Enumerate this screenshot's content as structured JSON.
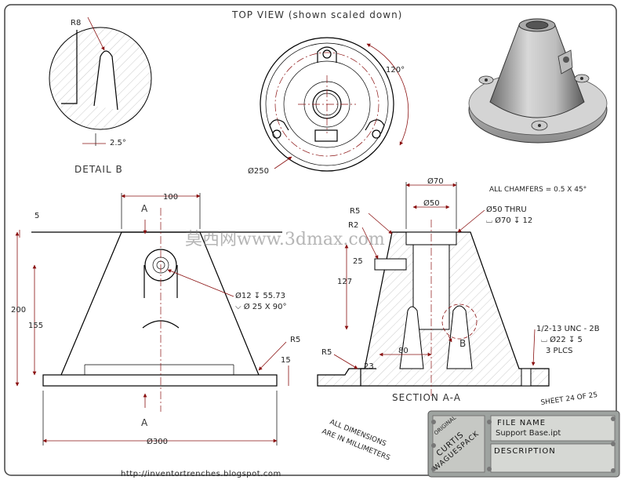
{
  "titles": {
    "top_view": "TOP VIEW (shown scaled down)",
    "detail": "DETAIL  B",
    "section": "SECTION A-A",
    "sheet": "SHEET 24  OF 25",
    "all_dims": "ALL DIMENSIONS",
    "in_mm": "ARE IN MILLIMETERS",
    "url": "http://inventortrenches.blogspot.com",
    "watermark": "莫西网www.3dmax.com"
  },
  "detail_b": {
    "r8": "R8",
    "angle": "2.5°"
  },
  "top_view": {
    "angle": "120°",
    "dia": "Ø250"
  },
  "front": {
    "w100": "100",
    "h5": "5",
    "h200": "200",
    "h155": "155",
    "h15": "15",
    "r5": "R5",
    "dia300": "Ø300",
    "sec_top": "A",
    "sec_bottom": "A",
    "hole1": "Ø12 ↧ 55.73",
    "hole2": "⌵ Ø 25 X 90°"
  },
  "section": {
    "d70": "Ø70",
    "d50": "Ø50",
    "r5a": "R5",
    "r2": "R2",
    "n25": "25",
    "n127": "127",
    "n80": "80",
    "n23": "23",
    "r5b": "R5",
    "b": "B",
    "chamfers": "ALL CHAMFERS = 0.5 X 45°",
    "thru1": "Ø50 THRU",
    "thru2": "⌴ Ø70 ↧ 12",
    "tap1": "1/2-13 UNC - 2B",
    "tap2": "⌴ Ø22 ↧ 5",
    "tap3": "3 PLCS"
  },
  "title_block": {
    "file_label": "FILE NAME",
    "file_value": "Support Base.ipt",
    "desc_label": "DESCRIPTION",
    "logo1": "ORIGINAL",
    "logo2": "CURTIS",
    "logo3": "WAGUESPACK"
  }
}
